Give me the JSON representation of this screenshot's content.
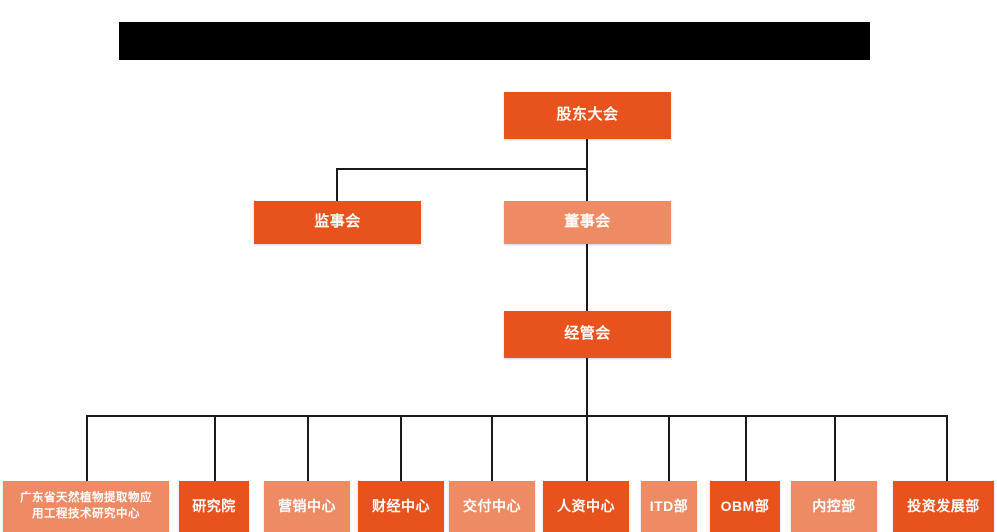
{
  "page": {
    "title_bar": {
      "name": "redacted-title-bar",
      "text": ""
    },
    "background_color": "#ffffff"
  },
  "palette": {
    "dark_orange": "#E8531D",
    "light_orange": "#EF8B64",
    "connector": "#1a1a1a",
    "redaction": "#000000",
    "text": "#ffffff"
  },
  "chart_data": {
    "type": "diagram",
    "subtype": "organization-chart",
    "title": "",
    "orientation": "top-down",
    "levels": [
      {
        "level": 1,
        "nodes": [
          {
            "id": "shareholders",
            "label": "股东大会",
            "tone": "dark"
          }
        ]
      },
      {
        "level": 2,
        "nodes": [
          {
            "id": "supervisors",
            "label": "监事会",
            "tone": "dark"
          },
          {
            "id": "directors",
            "label": "董事会",
            "tone": "light"
          }
        ]
      },
      {
        "level": 3,
        "nodes": [
          {
            "id": "management",
            "label": "经管会",
            "tone": "dark"
          }
        ]
      },
      {
        "level": 4,
        "nodes": [
          {
            "id": "research-center",
            "label": "广东省天然植物提取物应\n用工程技术研究中心",
            "tone": "light"
          },
          {
            "id": "institute",
            "label": "研究院",
            "tone": "dark"
          },
          {
            "id": "marketing",
            "label": "营销中心",
            "tone": "light"
          },
          {
            "id": "finance",
            "label": "财经中心",
            "tone": "dark"
          },
          {
            "id": "delivery",
            "label": "交付中心",
            "tone": "light"
          },
          {
            "id": "hr",
            "label": "人资中心",
            "tone": "dark"
          },
          {
            "id": "itd",
            "label": "ITD部",
            "tone": "light"
          },
          {
            "id": "obm",
            "label": "OBM部",
            "tone": "dark"
          },
          {
            "id": "internal-control",
            "label": "内控部",
            "tone": "light"
          },
          {
            "id": "investment",
            "label": "投资发展部",
            "tone": "dark"
          }
        ]
      }
    ],
    "edges": [
      {
        "from": "shareholders",
        "to": "supervisors"
      },
      {
        "from": "shareholders",
        "to": "directors"
      },
      {
        "from": "directors",
        "to": "management"
      },
      {
        "from": "management",
        "to": "research-center"
      },
      {
        "from": "management",
        "to": "institute"
      },
      {
        "from": "management",
        "to": "marketing"
      },
      {
        "from": "management",
        "to": "finance"
      },
      {
        "from": "management",
        "to": "delivery"
      },
      {
        "from": "management",
        "to": "hr"
      },
      {
        "from": "management",
        "to": "itd"
      },
      {
        "from": "management",
        "to": "obm"
      },
      {
        "from": "management",
        "to": "internal-control"
      },
      {
        "from": "management",
        "to": "investment"
      }
    ]
  },
  "nodes": {
    "shareholders": {
      "label": "股东大会"
    },
    "supervisors": {
      "label": "监事会"
    },
    "directors": {
      "label": "董事会"
    },
    "management": {
      "label": "经管会"
    },
    "research_center": {
      "label": "广东省天然植物提取物应\n用工程技术研究中心"
    },
    "institute": {
      "label": "研究院"
    },
    "marketing": {
      "label": "营销中心"
    },
    "finance": {
      "label": "财经中心"
    },
    "delivery": {
      "label": "交付中心"
    },
    "hr": {
      "label": "人资中心"
    },
    "itd": {
      "label": "ITD部"
    },
    "obm": {
      "label": "OBM部"
    },
    "internal_control": {
      "label": "内控部"
    },
    "investment": {
      "label": "投资发展部"
    }
  }
}
